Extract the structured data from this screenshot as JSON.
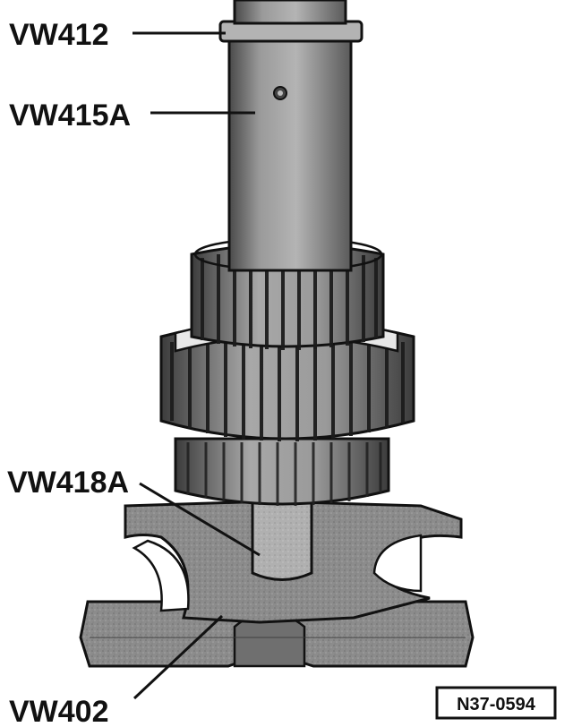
{
  "labels": {
    "vw412": "VW412",
    "vw415a": "VW415A",
    "vw418a": "VW418A",
    "vw402": "VW402"
  },
  "figure_ref": "N37-0594",
  "colors": {
    "ink": "#111111",
    "metal": "#8f8f8f",
    "metal_light": "#b8b8b8",
    "metal_dark": "#5a5a5a",
    "background": "#ffffff"
  }
}
